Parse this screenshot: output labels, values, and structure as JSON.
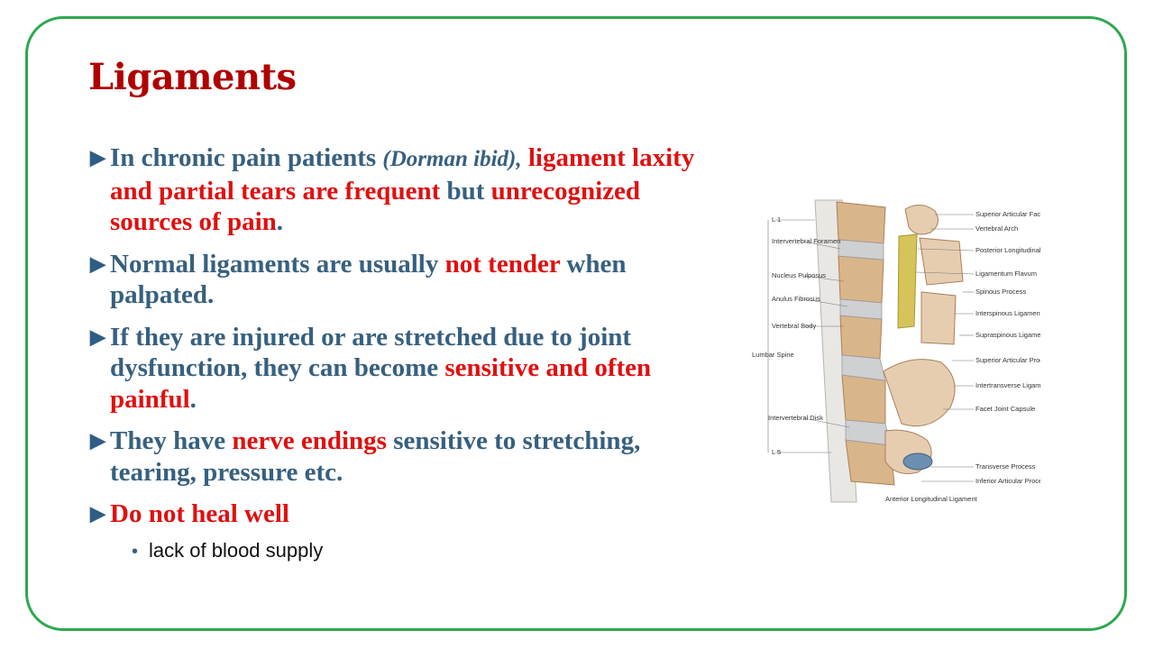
{
  "slide": {
    "title": "Ligaments",
    "bullets": [
      {
        "parts": [
          {
            "text": "In chronic pain patients ",
            "style": "normal"
          },
          {
            "text": "(Dorman ibid),",
            "style": "italic"
          },
          {
            "text": " ",
            "style": "normal"
          },
          {
            "text": "ligament laxity and partial tears are frequent",
            "style": "red"
          },
          {
            "text": " but ",
            "style": "normal"
          },
          {
            "text": "unrecognized sources of pain",
            "style": "red"
          },
          {
            "text": ".",
            "style": "normal"
          }
        ]
      },
      {
        "parts": [
          {
            "text": "Normal ligaments are usually ",
            "style": "normal"
          },
          {
            "text": "not tender",
            "style": "red"
          },
          {
            "text": " when palpated.",
            "style": "normal"
          }
        ]
      },
      {
        "parts": [
          {
            "text": "If they are injured or are stretched due to joint dysfunction, they can become ",
            "style": "normal"
          },
          {
            "text": "sensitive and often painful",
            "style": "red"
          },
          {
            "text": ".",
            "style": "normal"
          }
        ]
      },
      {
        "parts": [
          {
            "text": "They have ",
            "style": "normal"
          },
          {
            "text": "nerve endings",
            "style": "red"
          },
          {
            "text": " sensitive to stretching, tearing, pressure etc.",
            "style": "normal"
          }
        ]
      },
      {
        "parts": [
          {
            "text": "Do not heal well",
            "style": "red"
          }
        ]
      }
    ],
    "sub_bullet": "lack of blood supply"
  },
  "figure": {
    "left_labels": [
      "L 1",
      "Intervertebral Foramen",
      "Nucleus Pulposus",
      "Anulus Fibrosus",
      "Vertebral Body",
      "Lumbar Spine",
      "Intervertebral Disk",
      "L 5"
    ],
    "right_labels": [
      "Superior Articular Facet",
      "Vertebral Arch",
      "Posterior Longitudinal Ligament",
      "Ligamentum Flavum",
      "Spinous Process",
      "Interspinous Ligaments",
      "Supraspinous Ligaments",
      "Superior Articular Process",
      "Intertransverse Ligaments",
      "Facet Joint Capsule",
      "Transverse Process",
      "Inferior Articular Process"
    ],
    "bottom_label": "Anterior Longitudinal Ligament"
  },
  "colors": {
    "title": "#b00000",
    "text": "#37607f",
    "emphasis": "#e01010",
    "border": "#2fa84f"
  }
}
